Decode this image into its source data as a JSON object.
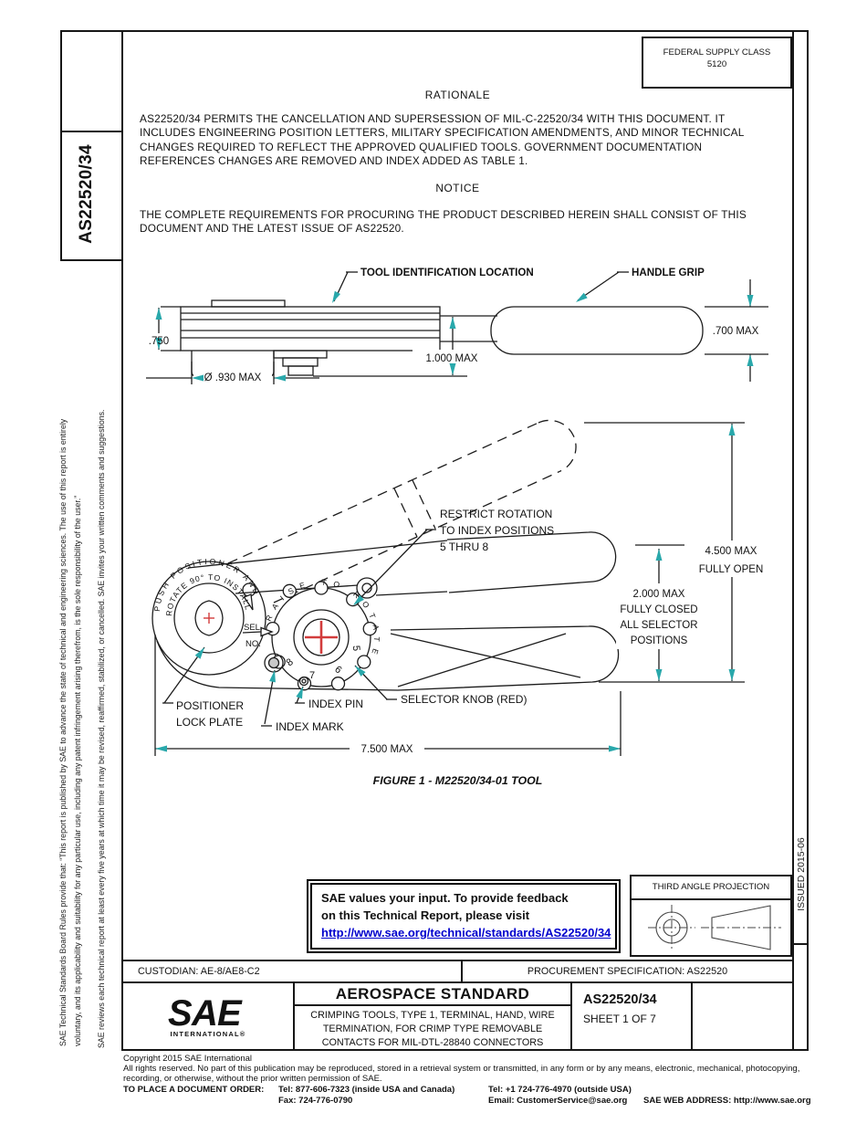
{
  "colors": {
    "arrow_teal": "#29a8ab",
    "cross_red": "#d23c3c",
    "link_blue": "#0000cd",
    "sae_blue": "#1568b0",
    "sae_blue_light": "#42a4da",
    "line_black": "#161616"
  },
  "sidebar": {
    "doc_number": "AS22520/34",
    "disclaimer_lines": [
      "SAE Technical Standards Board Rules provide that: “This report is published by SAE to advance the state of technical and engineering sciences. The use of this report is entirely",
      "voluntary, and its applicability and suitability for any particular use, including any patent infringement arising therefrom, is the sole responsibility of the user.”"
    ],
    "review_line": "SAE reviews each technical report at least every five years at which time it may be revised, reaffirmed, stabilized, or cancelled. SAE invites your written comments and suggestions."
  },
  "header": {
    "federal_supply_class_label": "FEDERAL SUPPLY CLASS",
    "federal_supply_class_value": "5120"
  },
  "rationale": {
    "title": "RATIONALE",
    "lines": [
      "AS22520/34 PERMITS THE CANCELLATION AND SUPERSESSION OF MIL-C-22520/34 WITH THIS DOCUMENT. IT",
      "INCLUDES ENGINEERING POSITION LETTERS, MILITARY SPECIFICATION AMENDMENTS, AND MINOR TECHNICAL",
      "CHANGES REQUIRED TO REFLECT THE APPROVED QUALIFIED TOOLS. GOVERNMENT DOCUMENTATION",
      "REFERENCES CHANGES ARE REMOVED AND INDEX ADDED AS TABLE 1."
    ]
  },
  "notice": {
    "title": "NOTICE",
    "lines": [
      "THE COMPLETE REQUIREMENTS FOR PROCURING THE PRODUCT DESCRIBED HEREIN SHALL CONSIST OF THIS",
      "DOCUMENT AND THE LATEST ISSUE OF AS22520."
    ]
  },
  "figure": {
    "caption": "FIGURE 1 - M22520/34-01 TOOL",
    "labels": {
      "tool_identification": "TOOL IDENTIFICATION LOCATION",
      "handle_grip": "HANDLE GRIP",
      "dim_750": ".750",
      "dim_930": "Ø .930 MAX",
      "dim_1000": "1.000 MAX",
      "dim_700": ".700 MAX",
      "restrict_1": "RESTRICT ROTATION",
      "restrict_2": "TO INDEX POSITIONS",
      "restrict_3": "5 THRU 8",
      "dim_4500_1": "4.500 MAX",
      "dim_4500_2": "FULLY OPEN",
      "dim_2000_1": "2.000 MAX",
      "dim_2000_2": "FULLY CLOSED",
      "dim_2000_3": "ALL SELECTOR",
      "dim_2000_4": "POSITIONS",
      "sel": "SEL.",
      "no": "NO.",
      "curved_push": "PUSH POSITIONER AND",
      "curved_rotate": "ROTATE 90° TO INSTALL",
      "curved_raise": "RAISE TO ROTATE",
      "n8": "8",
      "n7": "7",
      "n6": "6",
      "n5": "5",
      "positioner_1": "POSITIONER",
      "positioner_2": "LOCK PLATE",
      "index_mark": "INDEX MARK",
      "index_pin": "INDEX PIN",
      "selector_knob": "SELECTOR KNOB (RED)",
      "dim_7500": "7.500 MAX"
    }
  },
  "feedback": {
    "line1": "SAE values your input. To provide feedback",
    "line2": "on this Technical Report, please visit",
    "link": "http://www.sae.org/technical/standards/AS22520/34"
  },
  "projection": {
    "title": "THIRD ANGLE PROJECTION"
  },
  "issued": "ISSUED 2015-06",
  "custodian_row": {
    "custodian": "CUSTODIAN:  AE-8/AE8-C2",
    "procurement": "PROCUREMENT SPECIFICATION: AS22520"
  },
  "title_block": {
    "logo_text_s": "S",
    "logo_text_a": "A",
    "logo_text_e": "E",
    "logo_sub": "INTERNATIONAL®",
    "standard_type": "AEROSPACE STANDARD",
    "subtitle_lines": [
      "CRIMPING TOOLS, TYPE 1, TERMINAL, HAND, WIRE",
      "TERMINATION, FOR CRIMP TYPE REMOVABLE",
      "CONTACTS FOR MIL-DTL-28840 CONNECTORS"
    ],
    "doc_number": "AS22520/34",
    "sheet": "SHEET 1 OF 7"
  },
  "footer": {
    "copyright": "Copyright 2015 SAE International",
    "rights_1": "All rights reserved. No part of this publication may be reproduced, stored in a retrieval system or transmitted, in any form or by any means, electronic, mechanical, photocopying,",
    "rights_2": "recording, or otherwise, without the prior written permission of SAE.",
    "order_label": "TO PLACE A DOCUMENT ORDER:",
    "tel_inside": "Tel: 877-606-7323 (inside USA and Canada)",
    "tel_outside": "Tel: +1 724-776-4970 (outside USA)",
    "fax": "Fax: 724-776-0790",
    "email": "Email: CustomerService@sae.org",
    "web": "SAE WEB ADDRESS: http://www.sae.org"
  }
}
